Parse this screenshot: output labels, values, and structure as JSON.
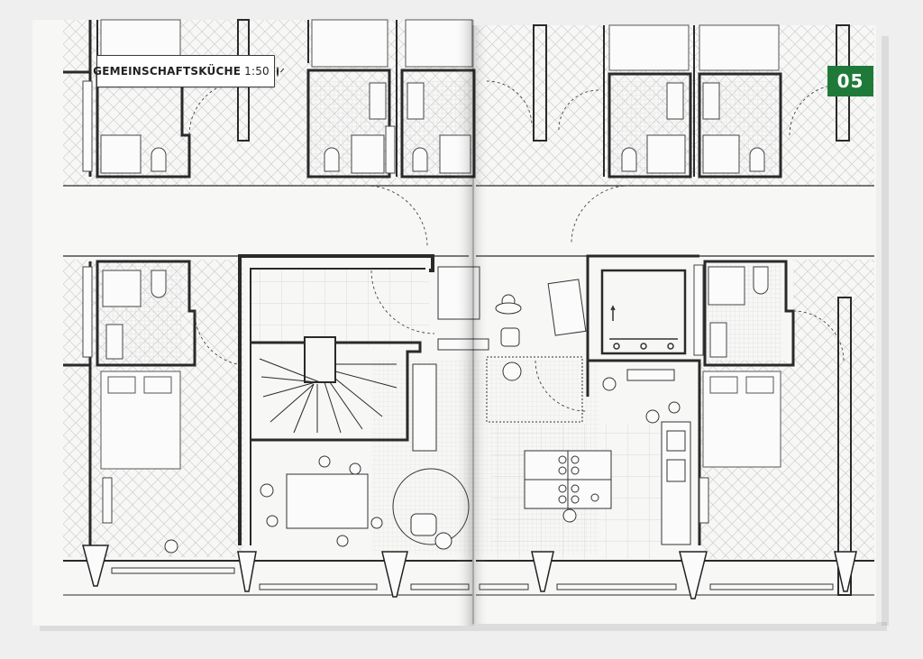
{
  "plan": {
    "title": "GEMEINSCHAFTSKÜCHE",
    "scale": "1:50",
    "north_icon": "north-arrow-icon"
  },
  "page": {
    "number": "05",
    "badge_color": "#1f7a3a"
  },
  "colors": {
    "line": "#2a2a2a",
    "paper": "#f7f7f6",
    "background": "#efefef"
  }
}
